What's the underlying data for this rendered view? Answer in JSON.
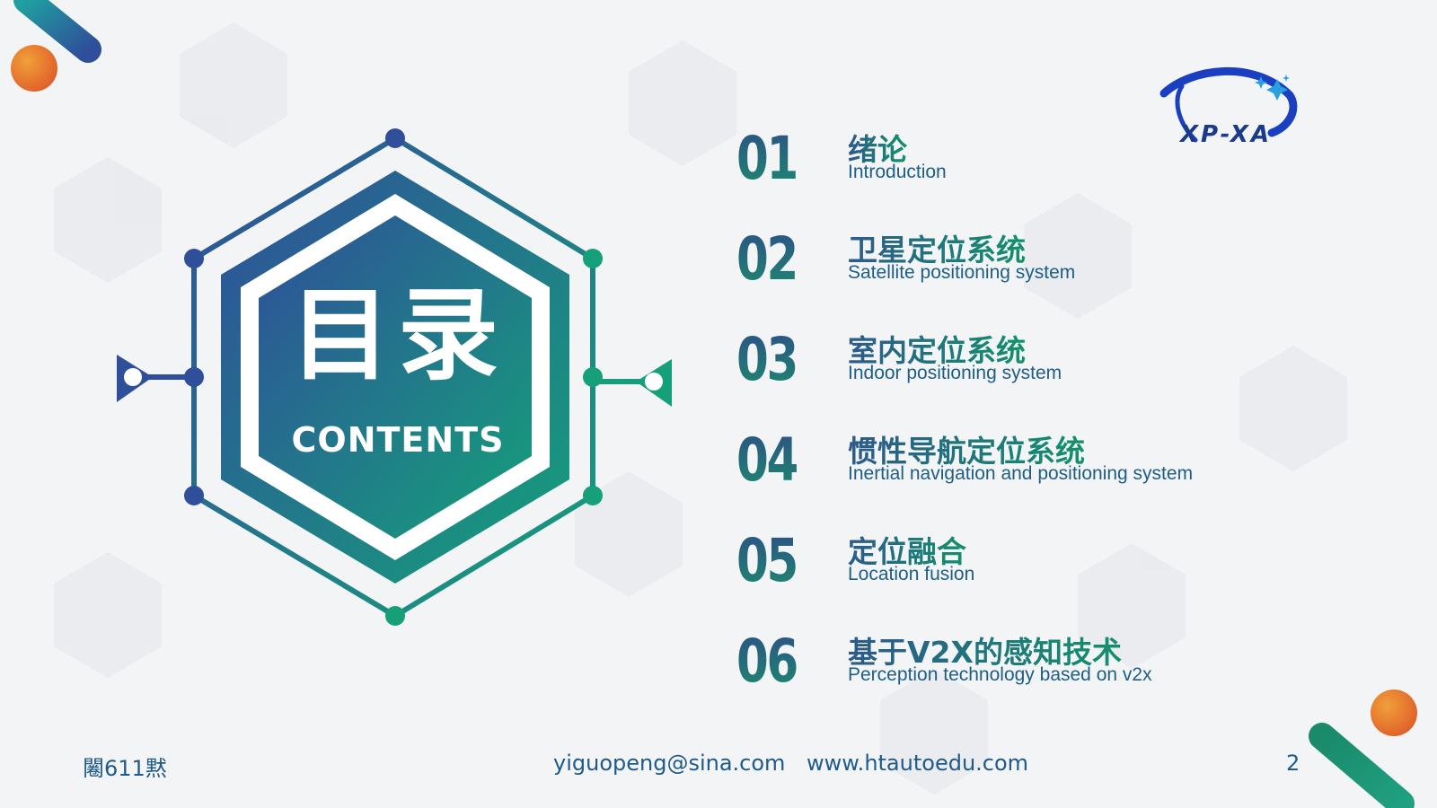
{
  "emblem": {
    "title": "目录",
    "subtitle": "CONTENTS"
  },
  "toc": [
    {
      "num": "01",
      "cn": "绪论",
      "en": "Introduction"
    },
    {
      "num": "02",
      "cn": "卫星定位系统",
      "en": "Satellite positioning system"
    },
    {
      "num": "03",
      "cn": "室内定位系统",
      "en": "Indoor positioning system"
    },
    {
      "num": "04",
      "cn": "惯性导航定位系统",
      "en": "Inertial navigation and positioning system"
    },
    {
      "num": "05",
      "cn": "定位融合",
      "en": "Location fusion"
    },
    {
      "num": "06",
      "cn": "基于V2X的感知技术",
      "en": "Perception technology based on v2x"
    }
  ],
  "logo": {
    "text": "XP-XA"
  },
  "footer": {
    "date": "闂611黙",
    "email": "yiguopeng@sina.com",
    "website": "www.htautoedu.com",
    "page": "2"
  },
  "colors": {
    "blue": "#2f4f9a",
    "teal": "#15a07a",
    "orange": "#e8772a"
  }
}
